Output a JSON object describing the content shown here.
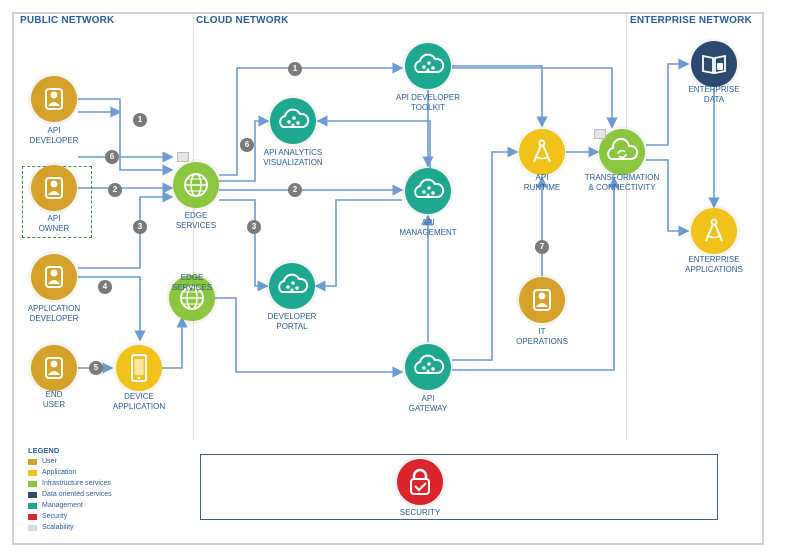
{
  "zones": {
    "public": "PUBLIC NETWORK",
    "cloud": "CLOUD NETWORK",
    "enterprise": "ENTERPRISE NETWORK"
  },
  "colors": {
    "user": "#d4a12a",
    "application": "#f0c21a",
    "infrastructure": "#8cc63f",
    "data": "#2b4a6e",
    "management": "#1ea88f",
    "security": "#d9262c",
    "line": "#6c9bd1"
  },
  "nodes": [
    {
      "id": "api-developer",
      "kind": "user",
      "icon": "person-icon",
      "label": [
        "API",
        "DEVELOPER"
      ]
    },
    {
      "id": "api-owner",
      "kind": "user",
      "icon": "person-icon",
      "label": [
        "API",
        "OWNER"
      ]
    },
    {
      "id": "application-developer",
      "kind": "user",
      "icon": "person-icon",
      "label": [
        "APPLICATION",
        "DEVELOPER"
      ]
    },
    {
      "id": "end-user",
      "kind": "user",
      "icon": "person-icon",
      "label": [
        "END",
        "USER"
      ]
    },
    {
      "id": "device-application",
      "kind": "application",
      "icon": "phone-icon",
      "label": [
        "DEVICE",
        "APPLICATION"
      ]
    },
    {
      "id": "edge-services-top",
      "kind": "infrastructure",
      "icon": "globe-icon",
      "label": [
        "EDGE",
        "SERVICES"
      ]
    },
    {
      "id": "edge-services-bottom",
      "kind": "infrastructure",
      "icon": "globe-icon",
      "label": [
        "EDGE",
        "SERVICES"
      ]
    },
    {
      "id": "api-analytics",
      "kind": "management",
      "icon": "cloud-network-icon",
      "label": [
        "API ANALYTICS",
        "VISUALIZATION"
      ]
    },
    {
      "id": "api-developer-toolkit",
      "kind": "management",
      "icon": "cloud-network-icon",
      "label": [
        "API DEVELOPER",
        "TOOLKIT"
      ]
    },
    {
      "id": "api-management",
      "kind": "management",
      "icon": "cloud-network-icon",
      "label": [
        "API",
        "MANAGEMENT"
      ]
    },
    {
      "id": "developer-portal",
      "kind": "management",
      "icon": "cloud-network-icon",
      "label": [
        "DEVELOPER",
        "PORTAL"
      ]
    },
    {
      "id": "api-gateway",
      "kind": "management",
      "icon": "cloud-network-icon",
      "label": [
        "API",
        "GATEWAY"
      ]
    },
    {
      "id": "api-runtime",
      "kind": "application",
      "icon": "compass-icon",
      "label": [
        "API",
        "RUNTIME"
      ]
    },
    {
      "id": "it-operations",
      "kind": "user",
      "icon": "person-icon",
      "label": [
        "IT",
        "OPERATIONS"
      ]
    },
    {
      "id": "transformation",
      "kind": "infrastructure",
      "icon": "cloud-cycle-icon",
      "label": [
        "TRANSFORMATION",
        "& CONNECTIVITY"
      ]
    },
    {
      "id": "enterprise-data",
      "kind": "data",
      "icon": "book-icon",
      "label": [
        "ENTERPRISE",
        "DATA"
      ]
    },
    {
      "id": "enterprise-applications",
      "kind": "application",
      "icon": "compass-icon",
      "label": [
        "ENTERPRISE",
        "APPLICATIONS"
      ]
    },
    {
      "id": "security",
      "kind": "security",
      "icon": "lock-icon",
      "label": [
        "SECURITY"
      ]
    }
  ],
  "badges": [
    "1",
    "6",
    "2",
    "3",
    "4",
    "5",
    "1",
    "6",
    "2",
    "3",
    "7"
  ],
  "legend": {
    "title": "LEGEND",
    "items": [
      {
        "label": "User",
        "color": "#d4a12a"
      },
      {
        "label": "Application",
        "color": "#f0c21a"
      },
      {
        "label": "Infrastructure services",
        "color": "#8cc63f"
      },
      {
        "label": "Data oriented services",
        "color": "#2b4a6e"
      },
      {
        "label": "Management",
        "color": "#1ea88f"
      },
      {
        "label": "Security",
        "color": "#d9262c"
      },
      {
        "label": "Scalability",
        "color": "#d9d9d9"
      }
    ]
  }
}
